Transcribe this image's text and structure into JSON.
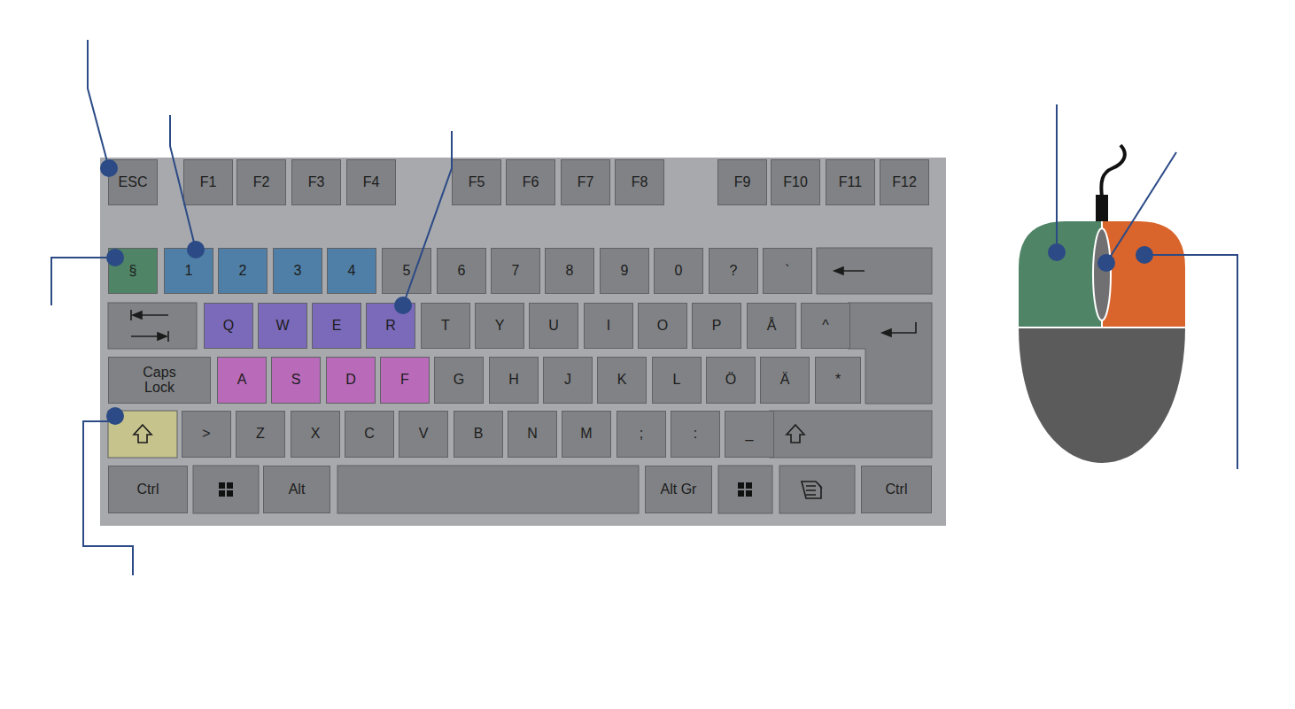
{
  "diagram": {
    "nodes": [
      {
        "text": [
          "ESC"
        ]
      },
      {
        "text": [
          "F1"
        ]
      },
      {
        "text": [
          "F2"
        ]
      },
      {
        "text": [
          "F3"
        ]
      },
      {
        "text": [
          "F4"
        ]
      },
      {
        "text": [
          "F5"
        ]
      },
      {
        "text": [
          "F6"
        ]
      },
      {
        "text": [
          "F7"
        ]
      },
      {
        "text": [
          "F8"
        ]
      },
      {
        "text": [
          "F9"
        ]
      },
      {
        "text": [
          "F10"
        ]
      },
      {
        "text": [
          "F11"
        ]
      },
      {
        "text": [
          "F12"
        ]
      },
      {
        "text": [
          "§"
        ]
      },
      {
        "text": [
          "1"
        ]
      },
      {
        "text": [
          "2"
        ]
      },
      {
        "text": [
          "3"
        ]
      },
      {
        "text": [
          "4"
        ]
      },
      {
        "text": [
          "5"
        ]
      },
      {
        "text": [
          "6"
        ]
      },
      {
        "text": [
          "7"
        ]
      },
      {
        "text": [
          "8"
        ]
      },
      {
        "text": [
          "9"
        ]
      },
      {
        "text": [
          "0"
        ]
      },
      {
        "text": [
          "?"
        ]
      },
      {
        "text": [
          "`"
        ]
      },
      {
        "text": [
          "Q"
        ]
      },
      {
        "text": [
          "W"
        ]
      },
      {
        "text": [
          "E"
        ]
      },
      {
        "text": [
          "R"
        ]
      },
      {
        "text": [
          "T"
        ]
      },
      {
        "text": [
          "Y"
        ]
      },
      {
        "text": [
          "U"
        ]
      },
      {
        "text": [
          "I"
        ]
      },
      {
        "text": [
          "O"
        ]
      },
      {
        "text": [
          "P"
        ]
      },
      {
        "text": [
          "Å"
        ]
      },
      {
        "text": [
          "^"
        ]
      },
      {
        "text": [
          "Caps Lock"
        ]
      },
      {
        "text": [
          "A"
        ]
      },
      {
        "text": [
          "S"
        ]
      },
      {
        "text": [
          "D"
        ]
      },
      {
        "text": [
          "F"
        ]
      },
      {
        "text": [
          "G"
        ]
      },
      {
        "text": [
          "H"
        ]
      },
      {
        "text": [
          "J"
        ]
      },
      {
        "text": [
          "K"
        ]
      },
      {
        "text": [
          "L"
        ]
      },
      {
        "text": [
          "Ö"
        ]
      },
      {
        "text": [
          "Ä"
        ]
      },
      {
        "text": [
          "*"
        ]
      },
      {
        "text": [
          ">"
        ]
      },
      {
        "text": [
          "Z"
        ]
      },
      {
        "text": [
          "X"
        ]
      },
      {
        "text": [
          "C"
        ]
      },
      {
        "text": [
          "V"
        ]
      },
      {
        "text": [
          "B"
        ]
      },
      {
        "text": [
          "N"
        ]
      },
      {
        "text": [
          "M"
        ]
      },
      {
        "text": [
          ";"
        ]
      },
      {
        "text": [
          ":"
        ]
      },
      {
        "text": [
          "_"
        ]
      },
      {
        "text": [
          "Ctrl"
        ]
      },
      {
        "text": [
          "Alt"
        ]
      },
      {
        "text": [
          "Alt Gr"
        ]
      },
      {
        "text": [
          "Ctrl"
        ]
      }
    ]
  }
}
